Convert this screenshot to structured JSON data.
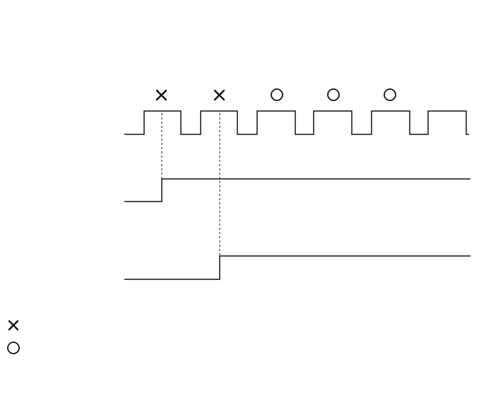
{
  "diagram": {
    "colors": {
      "line": "#111111",
      "background": "#ffffff"
    },
    "clock_pulses": 6,
    "pulse_results": [
      "cross",
      "cross",
      "circle",
      "circle",
      "circle"
    ],
    "signal_1_rises_at_pulse": 1,
    "signal_2_rises_at_pulse": 2,
    "legend": [
      "cross",
      "circle"
    ]
  }
}
